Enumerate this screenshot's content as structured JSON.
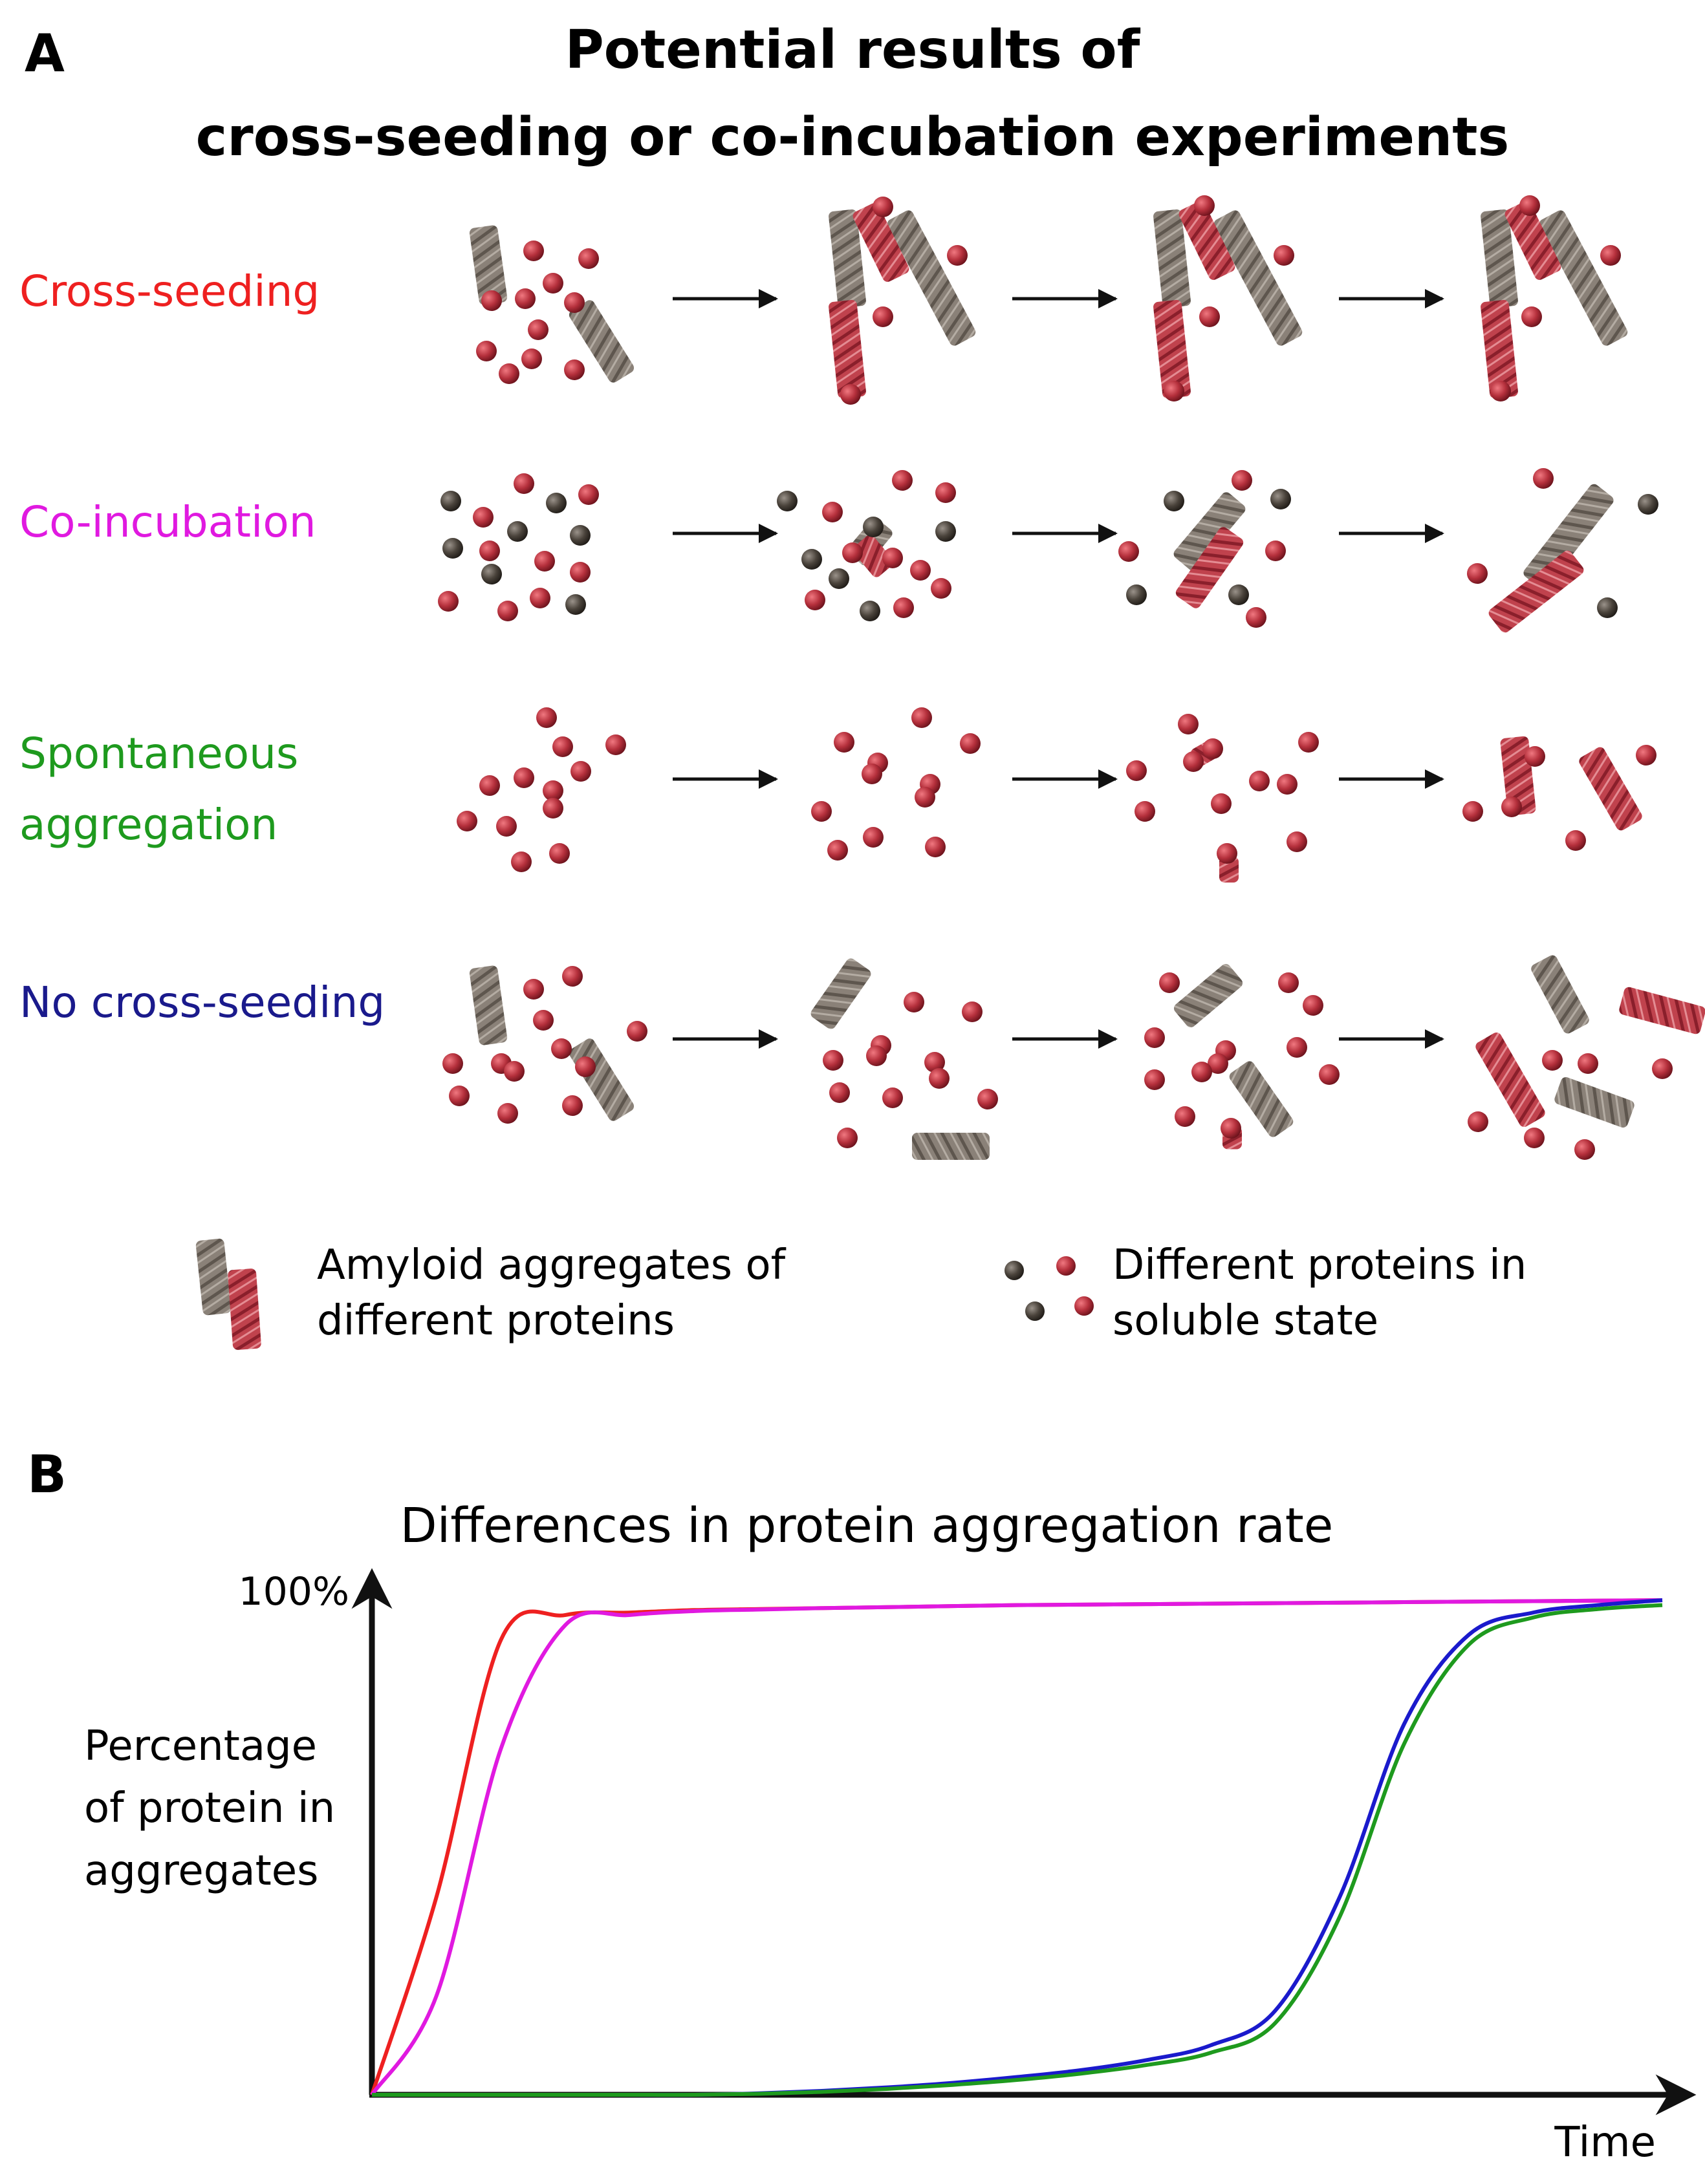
{
  "panel_a": {
    "letter": "A",
    "title_line1": "Potential results of",
    "title_line2": "cross-seeding or co-incubation experiments",
    "rows": [
      {
        "label_lines": [
          "Cross-seeding"
        ],
        "color": "#ee2020"
      },
      {
        "label_lines": [
          "Co-incubation"
        ],
        "color": "#e019e0"
      },
      {
        "label_lines": [
          "Spontaneous",
          "aggregation"
        ],
        "color": "#1e9a1e"
      },
      {
        "label_lines": [
          "No cross-seeding"
        ],
        "color": "#1a1a8c"
      }
    ],
    "legend": {
      "aggregates_line1": "Amyloid aggregates of",
      "aggregates_line2": "different proteins",
      "soluble_line1": "Different proteins in",
      "soluble_line2": "soluble state"
    }
  },
  "panel_b": {
    "letter": "B",
    "title": "Differences in protein aggregation rate",
    "y_tick": "100%",
    "ylabel_lines": [
      "Percentage",
      "of protein in",
      "aggregates"
    ],
    "xlabel": "Time"
  },
  "colors": {
    "cross_seeding": "#ee2020",
    "co_incubation": "#e019e0",
    "spontaneous": "#1e9a1e",
    "no_cross_seeding": "#1a1acc",
    "red_protein": "#b5303c",
    "dark_protein": "#4a433b",
    "gray_fibril": "#8a8178",
    "red_fibril": "#c0424d"
  },
  "chart_data": {
    "type": "line",
    "title": "Differences in protein aggregation rate",
    "xlabel": "Time",
    "ylabel": "Percentage of protein in aggregates",
    "ylim": [
      0,
      100
    ],
    "y_ticks": [
      "100%"
    ],
    "x": [
      0,
      5,
      10,
      15,
      20,
      25,
      30,
      35,
      40,
      45,
      50,
      55,
      60,
      65,
      70,
      75,
      80,
      85,
      90,
      95,
      100
    ],
    "series": [
      {
        "color": "#ee2020",
        "values": [
          0,
          40,
          92,
          97,
          97.5,
          98,
          98.2,
          98.4,
          98.6,
          98.8,
          99,
          99.1,
          99.2,
          99.3,
          99.4,
          99.5,
          99.6,
          99.7,
          99.8,
          99.9,
          100
        ]
      },
      {
        "color": "#e019e0",
        "values": [
          0,
          20,
          70,
          95,
          97,
          97.8,
          98.1,
          98.4,
          98.6,
          98.8,
          99,
          99.1,
          99.2,
          99.3,
          99.4,
          99.5,
          99.6,
          99.7,
          99.8,
          99.9,
          100
        ]
      },
      {
        "color": "#1a1acc",
        "values": [
          0,
          0,
          0,
          0,
          0,
          0,
          0.3,
          0.8,
          1.5,
          2.4,
          3.6,
          5,
          7,
          10,
          17,
          40,
          75,
          93,
          97.5,
          99,
          100
        ]
      },
      {
        "color": "#1e9a1e",
        "values": [
          0,
          0,
          0,
          0,
          0,
          0,
          0.2,
          0.6,
          1.2,
          2,
          3,
          4.3,
          6,
          8.5,
          14.5,
          36,
          71,
          91,
          96.5,
          98.2,
          99
        ]
      }
    ]
  }
}
